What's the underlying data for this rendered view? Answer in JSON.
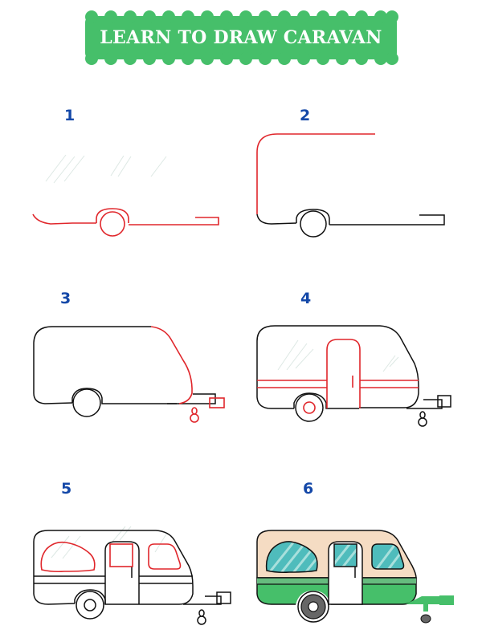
{
  "banner": {
    "title": "LEARN TO DRAW CARAVAN",
    "color": "#46bf6a"
  },
  "colors": {
    "step_number": "#1448a8",
    "new_line": "#e0262b",
    "outline": "#111111",
    "body_top": "#f5dcc3",
    "body_bottom": "#46bf6a",
    "stripe": "#66bb7e",
    "window": "#4fbcbc",
    "wheel": "#666666"
  },
  "steps": [
    {
      "number": "1"
    },
    {
      "number": "2"
    },
    {
      "number": "3"
    },
    {
      "number": "4"
    },
    {
      "number": "5"
    },
    {
      "number": "6"
    }
  ]
}
